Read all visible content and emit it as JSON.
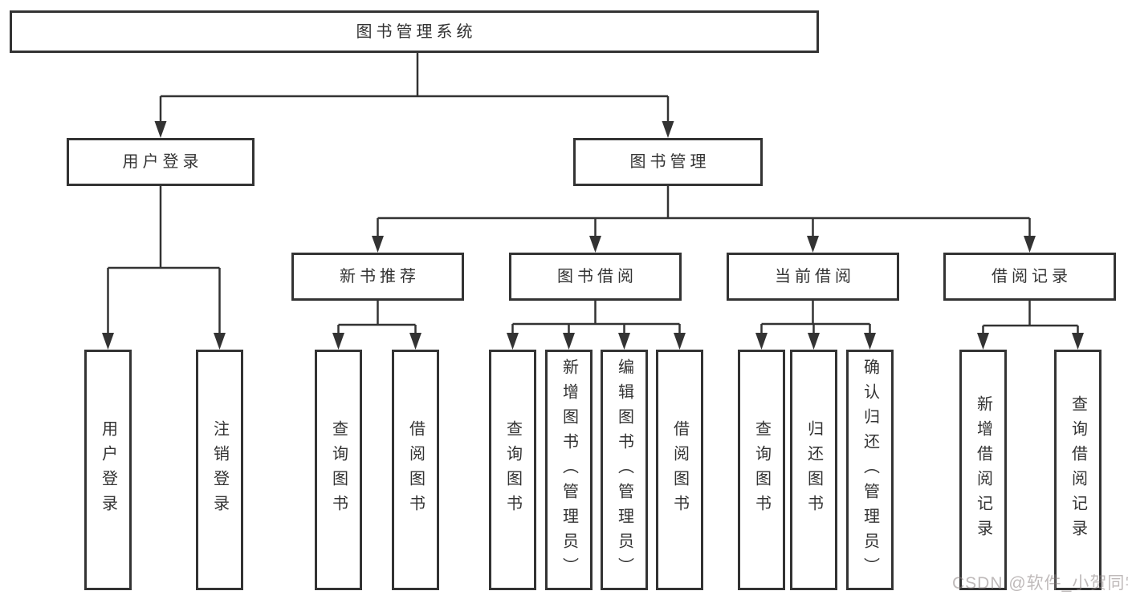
{
  "diagram": {
    "root": {
      "label": "图书管理系统"
    },
    "level2": {
      "user_login": {
        "label": "用户登录"
      },
      "book_mgmt": {
        "label": "图书管理"
      }
    },
    "level3": {
      "new_book": {
        "label": "新书推荐"
      },
      "book_borrow": {
        "label": "图书借阅"
      },
      "current_borrow": {
        "label": "当前借阅"
      },
      "borrow_records": {
        "label": "借阅记录"
      }
    },
    "leaves": {
      "ul_login": {
        "label": "用户登录"
      },
      "ul_logout": {
        "label": "注销登录"
      },
      "nb_query": {
        "label": "查询图书"
      },
      "nb_borrow": {
        "label": "借阅图书"
      },
      "bw_query": {
        "label": "查询图书"
      },
      "bw_add": {
        "label": "新增图书（管理员）"
      },
      "bw_edit": {
        "label": "编辑图书（管理员）"
      },
      "bw_borrow": {
        "label": "借阅图书"
      },
      "cu_query": {
        "label": "查询图书"
      },
      "cu_return": {
        "label": "归还图书"
      },
      "cu_confirm": {
        "label": "确认归还（管理员）"
      },
      "rc_add": {
        "label": "新增借阅记录"
      },
      "rc_query": {
        "label": "查询借阅记录"
      }
    },
    "watermark": {
      "text": "CSDN @软件_小贺同学"
    },
    "colors": {
      "line": "#333333",
      "text": "#333333",
      "background": "#ffffff",
      "watermark": "#b9b3b3"
    }
  }
}
